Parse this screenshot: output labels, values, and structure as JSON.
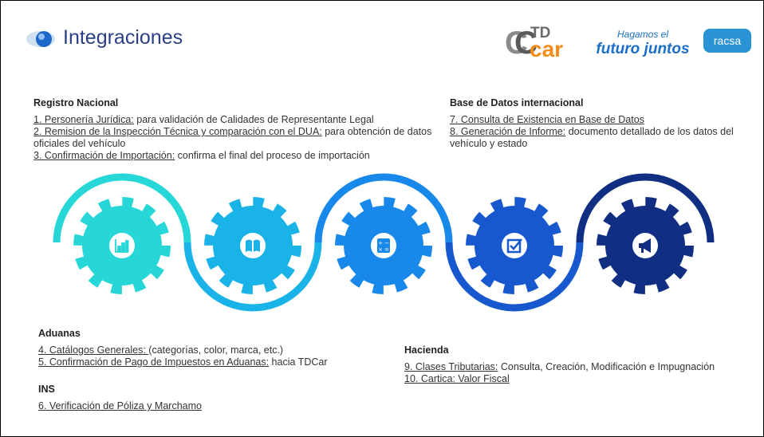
{
  "title": "Integraciones",
  "logos": {
    "tdcar_top": "TD",
    "tdcar_bottom": "car",
    "slogan_top": "Hagamos el",
    "slogan_bottom": "futuro juntos",
    "racsa": "racsa"
  },
  "registro": {
    "header": "Registro Nacional",
    "items": [
      {
        "link": "1. Personería Jurídica:",
        "text": " para validación de Calidades de Representante Legal"
      },
      {
        "link": "2. Remision de la Inspección Técnica y comparación con el  DUA:",
        "text": " para obtención de datos oficiales del vehículo"
      },
      {
        "link": "3. Confirmación de Importación:",
        "text": " confirma el final del proceso de importación"
      }
    ]
  },
  "base": {
    "header": "Base de Datos internacional",
    "items": [
      {
        "link": "7. Consulta de Existencia en Base de Datos",
        "text": ""
      },
      {
        "link": "8. Generación de Informe:",
        "text": " documento detallado de los datos del vehículo y estado"
      }
    ]
  },
  "aduanas": {
    "header": "Aduanas",
    "items": [
      {
        "link": "4. Catálogos Generales: ",
        "text": "(categorías, color, marca, etc.)"
      },
      {
        "link": "5. Confirmación de Pago de Impuestos en Aduanas:",
        "text": " hacia TDCar"
      }
    ]
  },
  "ins": {
    "header": "INS",
    "items": [
      {
        "link": "6. Verificación de Póliza y Marchamo",
        "text": ""
      }
    ]
  },
  "hacienda": {
    "header": "Hacienda",
    "items": [
      {
        "link": "9. Clases Tributarias:",
        "text": " Consulta, Creación, Modificación e Impugnación"
      },
      {
        "link": "10. Cartica: Valor Fiscal",
        "text": ""
      }
    ]
  },
  "gear_icons": [
    "chart-icon",
    "book-icon",
    "calculator-icon",
    "checkbox-icon",
    "megaphone-icon"
  ],
  "colors": {
    "gear1": "#27d7d7",
    "gear2": "#1ab3e8",
    "gear3": "#1888ea",
    "gear4": "#1858cf",
    "gear5": "#102e82"
  }
}
